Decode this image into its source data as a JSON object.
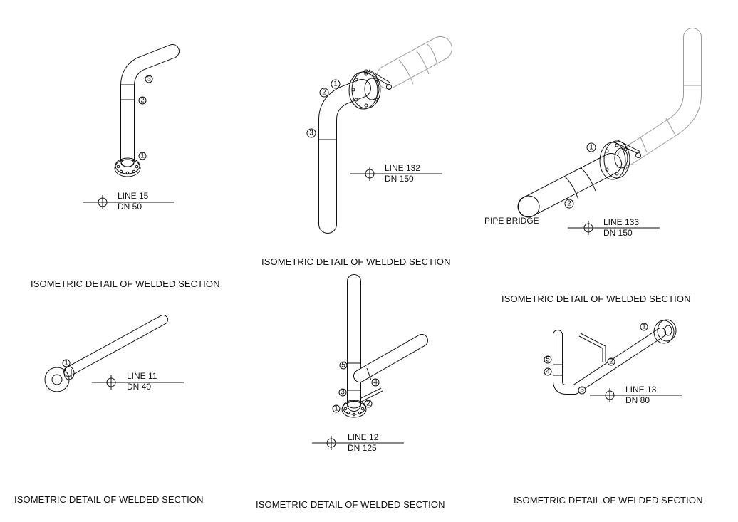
{
  "details": [
    {
      "id": "line15",
      "line_label": "LINE 15",
      "size_label": "DN 50",
      "caption": "ISOMETRIC DETAIL OF WELDED SECTION",
      "welds": [
        "1",
        "2",
        "3"
      ]
    },
    {
      "id": "line132",
      "line_label": "LINE 132",
      "size_label": "DN 150",
      "caption": "ISOMETRIC DETAIL OF WELDED SECTION",
      "welds": [
        "1",
        "2",
        "3"
      ]
    },
    {
      "id": "line133",
      "line_label": "LINE 133",
      "size_label": "DN 150",
      "caption": "ISOMETRIC DETAIL OF WELDED SECTION",
      "welds": [
        "1",
        "2"
      ],
      "annotation": "PIPE BRIDGE"
    },
    {
      "id": "line11",
      "line_label": "LINE 11",
      "size_label": "DN 40",
      "caption": "ISOMETRIC DETAIL OF WELDED SECTION",
      "welds": [
        "1"
      ]
    },
    {
      "id": "line12",
      "line_label": "LINE 12",
      "size_label": "DN 125",
      "caption": "ISOMETRIC DETAIL OF WELDED SECTION",
      "welds": [
        "1",
        "2",
        "3",
        "4",
        "5"
      ]
    },
    {
      "id": "line13",
      "line_label": "LINE 13",
      "size_label": "DN 80",
      "caption": "ISOMETRIC DETAIL OF WELDED SECTION",
      "welds": [
        "1",
        "2",
        "3",
        "4",
        "5"
      ]
    }
  ],
  "colors": {
    "ink": "#111111",
    "existing_pipe": "#9a9a9a",
    "background": "#ffffff"
  }
}
